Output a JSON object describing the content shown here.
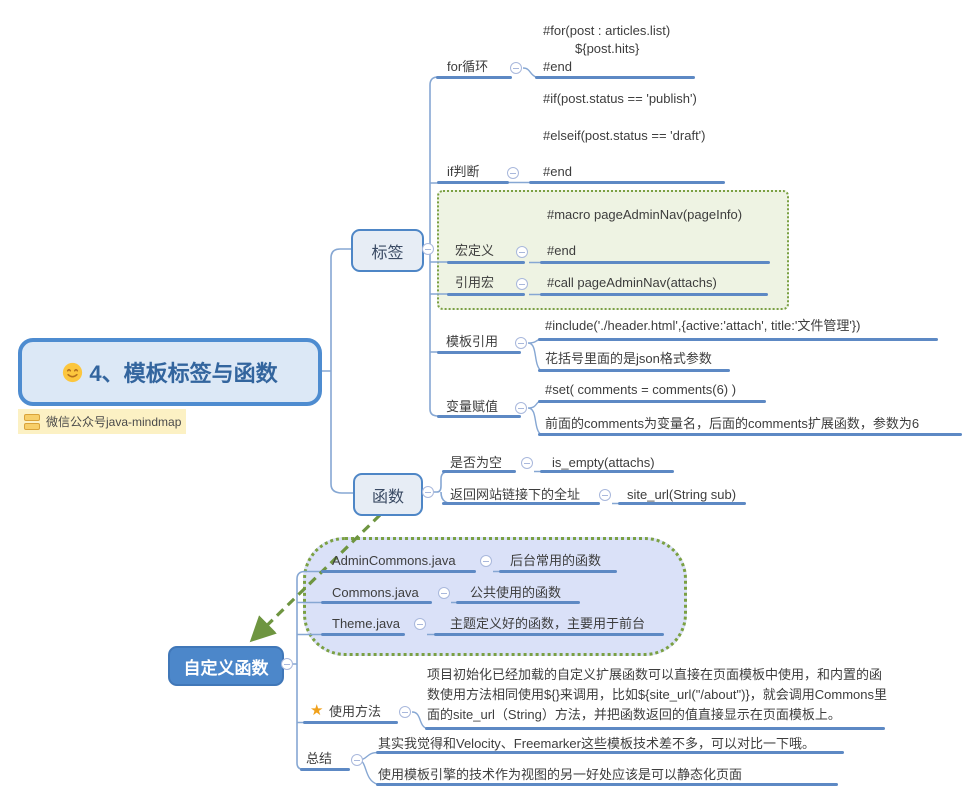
{
  "root": {
    "title": "4、模板标签与函数",
    "tag": "微信公众号java-mindmap"
  },
  "tags": {
    "label": "标签",
    "for_loop": {
      "label": "for循环",
      "line1": "#for(post : articles.list)",
      "line2": "${post.hits}",
      "line3": "#end"
    },
    "if_cond": {
      "label": "if判断",
      "line1": "#if(post.status == 'publish')",
      "line2": "#elseif(post.status == 'draft')",
      "line3": "#end"
    },
    "macro_def": {
      "label": "宏定义",
      "line1": "#macro pageAdminNav(pageInfo)",
      "line2": "#end"
    },
    "macro_call": {
      "label": "引用宏",
      "line1": "#call pageAdminNav(attachs)"
    },
    "include": {
      "label": "模板引用",
      "code": "#include('./header.html',{active:'attach', title:'文件管理'})",
      "note": "花括号里面的是json格式参数"
    },
    "assign": {
      "label": "变量赋值",
      "code": "#set( comments = comments(6) )",
      "note": "前面的comments为变量名，后面的comments扩展函数，参数为6"
    }
  },
  "functions": {
    "label": "函数",
    "is_empty": {
      "label": "是否为空",
      "code": "is_empty(attachs)"
    },
    "site_url": {
      "label": "返回网站链接下的全址",
      "code": "site_url(String sub)"
    }
  },
  "custom": {
    "label": "自定义函数",
    "admin_commons": {
      "label": "AdminCommons.java",
      "desc": "后台常用的函数"
    },
    "commons": {
      "label": "Commons.java",
      "desc": "公共使用的函数"
    },
    "theme": {
      "label": "Theme.java",
      "desc": "主题定义好的函数，主要用于前台"
    },
    "usage": {
      "label": "使用方法",
      "desc": "项目初始化已经加载的自定义扩展函数可以直接在页面模板中使用，和内置的函数使用方法相同使用${}来调用，比如${site_url(\"/about\")}，就会调用Commons里面的site_url（String）方法，并把函数返回的值直接显示在页面模板上。"
    },
    "summary": {
      "label": "总结",
      "line1": "其实我觉得和Velocity、Freemarker这些模板技术差不多，可以对比一下哦。",
      "line2": "使用模板引擎的技术作为视图的另一好处应该是可以静态化页面"
    }
  },
  "colors": {
    "branch_line": "#5d89c4",
    "node_border": "#4e86c6",
    "node_fill": "#e7edf5",
    "root_fill": "#dce8f6",
    "root_text": "#33659e",
    "custom_fill": "#4c87ca",
    "green": "#7aa043",
    "arrow_green": "#6e9540",
    "boundary_fill": "#eef3e3",
    "cloud_fill": "#dae1f8",
    "tag_fill": "#fcf1c4",
    "star": "#f0a11c"
  }
}
